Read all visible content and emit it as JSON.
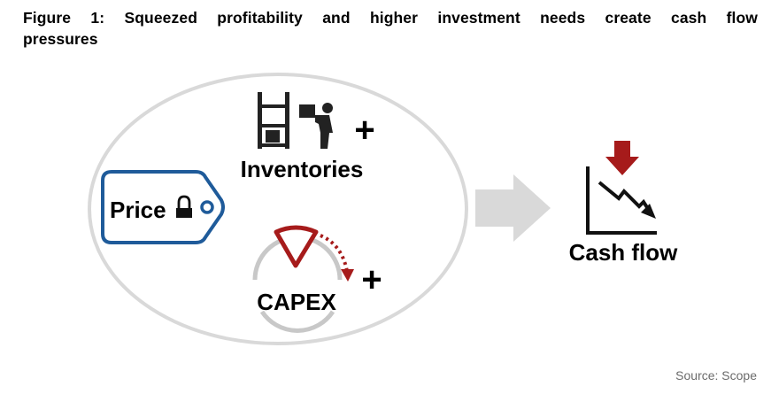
{
  "title": {
    "line1": "Figure 1: Squeezed profitability and higher investment needs create cash flow",
    "line2": "pressures"
  },
  "labels": {
    "price": "Price",
    "inventories": "Inventories",
    "capex": "CAPEX",
    "cash_flow": "Cash flow",
    "plus": "+"
  },
  "icons": {
    "price": "price-tag-lock-icon",
    "inventories": "warehouse-worker-icon",
    "capex": "gauge-icon",
    "arrow": "right-arrow-icon",
    "cash_flow": "declining-chart-icon"
  },
  "colors": {
    "tag_blue": "#1f5b9a",
    "dark_red": "#a61b1b",
    "ellipse_gray": "#d9d9d9",
    "arrow_gray": "#d9d9d9"
  },
  "source": "Source: Scope"
}
